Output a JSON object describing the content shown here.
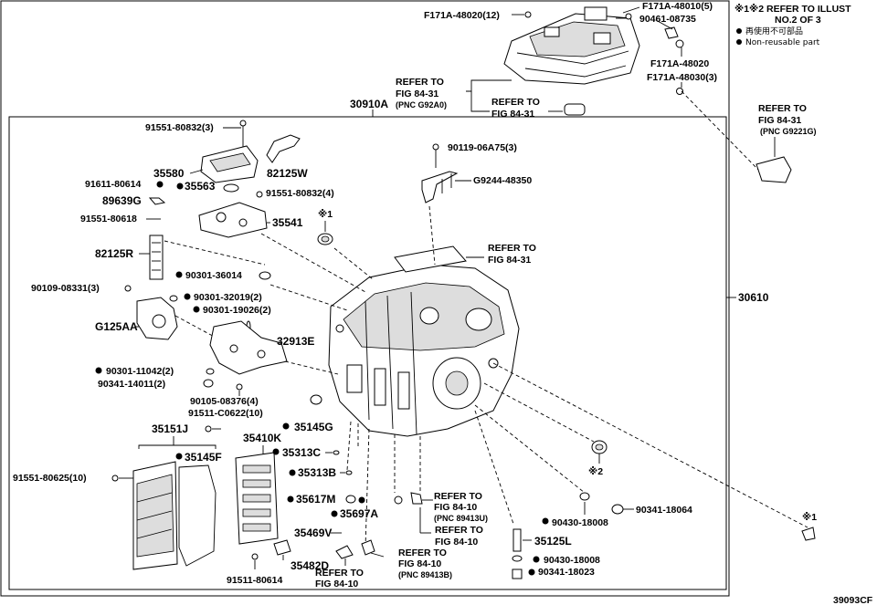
{
  "diagram_id": "39093CF",
  "legend": {
    "ref_note_line1": "※1※2 REFER TO ILLUST",
    "ref_note_line2": "NO.2 OF 3",
    "item1_text": "再使用不可部品",
    "item2_text": "Non-reusable part"
  },
  "assembly_numbers": {
    "outer": "30910A",
    "inner": "30610"
  },
  "refer": {
    "r1_line1": "REFER TO",
    "r1_line2": "FIG 84-31",
    "r1_line3": "(PNC G92A0)",
    "r2_line1": "REFER TO",
    "r2_line2": "FIG 84-31",
    "r3_line1": "REFER TO",
    "r3_line2": "FIG 84-31",
    "r3_line3": "(PNC G9221G)",
    "r4_line1": "REFER TO",
    "r4_line2": "FIG 84-31",
    "r5_line1": "REFER TO",
    "r5_line2": "FIG 84-10",
    "r5_line3": "(PNC 89413U)",
    "r6_line1": "REFER TO",
    "r6_line2": "FIG 84-10",
    "r7_line1": "REFER TO",
    "r7_line2": "FIG 84-10",
    "r7_line3": "(PNC 89413B)",
    "r8_line1": "REFER TO",
    "r8_line2": "FIG 84-10"
  },
  "markers": {
    "m1": "※1",
    "m2": "※2",
    "m3": "※1"
  },
  "parts": {
    "p01": "F171A-48020(12)",
    "p02": "F171A-48010(5)",
    "p03": "90461-08735",
    "p04": "F171A-48020",
    "p05": "F171A-48030(3)",
    "p06": "91551-80832(3)",
    "p07": "35580",
    "p08": "82125W",
    "p09": "91611-80614",
    "p10": "35563",
    "p11": "89639G",
    "p12": "91551-80832(4)",
    "p13": "91551-80618",
    "p14": "35541",
    "p15": "82125R",
    "p16": "90301-36014",
    "p17": "90109-08331(3)",
    "p18": "90301-32019(2)",
    "p19": "90301-19026(2)",
    "p20": "G125AA",
    "p21": "32913E",
    "p22": "90301-11042(2)",
    "p23": "90341-14011(2)",
    "p24": "90105-08376(4)",
    "p25": "91511-C0622(10)",
    "p26": "90119-06A75(3)",
    "p27": "G9244-48350",
    "p28": "35145G",
    "p29": "35151J",
    "p30": "35410K",
    "p31": "35145F",
    "p32": "35313C",
    "p33": "35313B",
    "p34": "91551-80625(10)",
    "p35": "35617M",
    "p36": "35697A",
    "p37": "35469V",
    "p38": "35482D",
    "p39": "91511-80614",
    "p40": "35125L",
    "p41": "90430-18008",
    "p42": "90341-18064",
    "p43": "90430-18008",
    "p44": "90341-18023"
  }
}
